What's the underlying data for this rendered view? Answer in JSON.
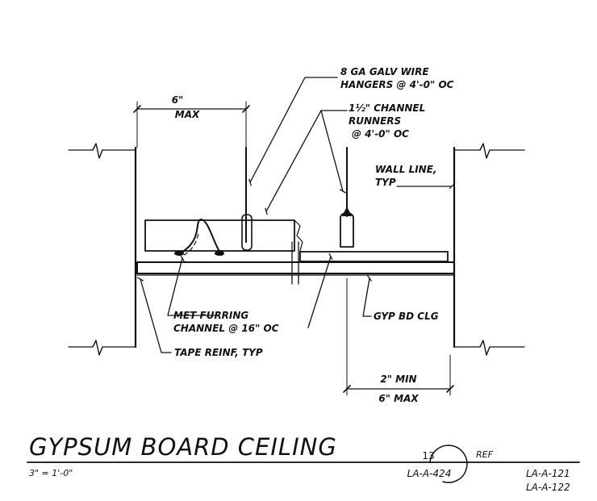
{
  "callouts": {
    "hangers_1": "8 GA GALV WIRE",
    "hangers_2": "HANGERS @ 4'-0\" OC",
    "runners_1": "1½\" CHANNEL",
    "runners_2": "RUNNERS",
    "runners_3": "@ 4'-0\" OC",
    "wall_line_1": "WALL LINE,",
    "wall_line_2": "TYP",
    "furring_1": "MET FURRING",
    "furring_2": "CHANNEL @ 16\" OC",
    "gyp_bd": "GYP BD CLG",
    "tape": "TAPE REINF, TYP"
  },
  "dimensions": {
    "left_value": "6\"",
    "left_note": "MAX",
    "right_value": "2\" MIN",
    "right_note": "6\" MAX"
  },
  "title_block": {
    "title": "GYPSUM BOARD CEILING",
    "scale": "3\" = 1'-0\"",
    "detail_number": "13",
    "sheet": "LA-A-424",
    "ref_label": "REF",
    "ref_1": "LA-A-121",
    "ref_2": "LA-A-122"
  }
}
